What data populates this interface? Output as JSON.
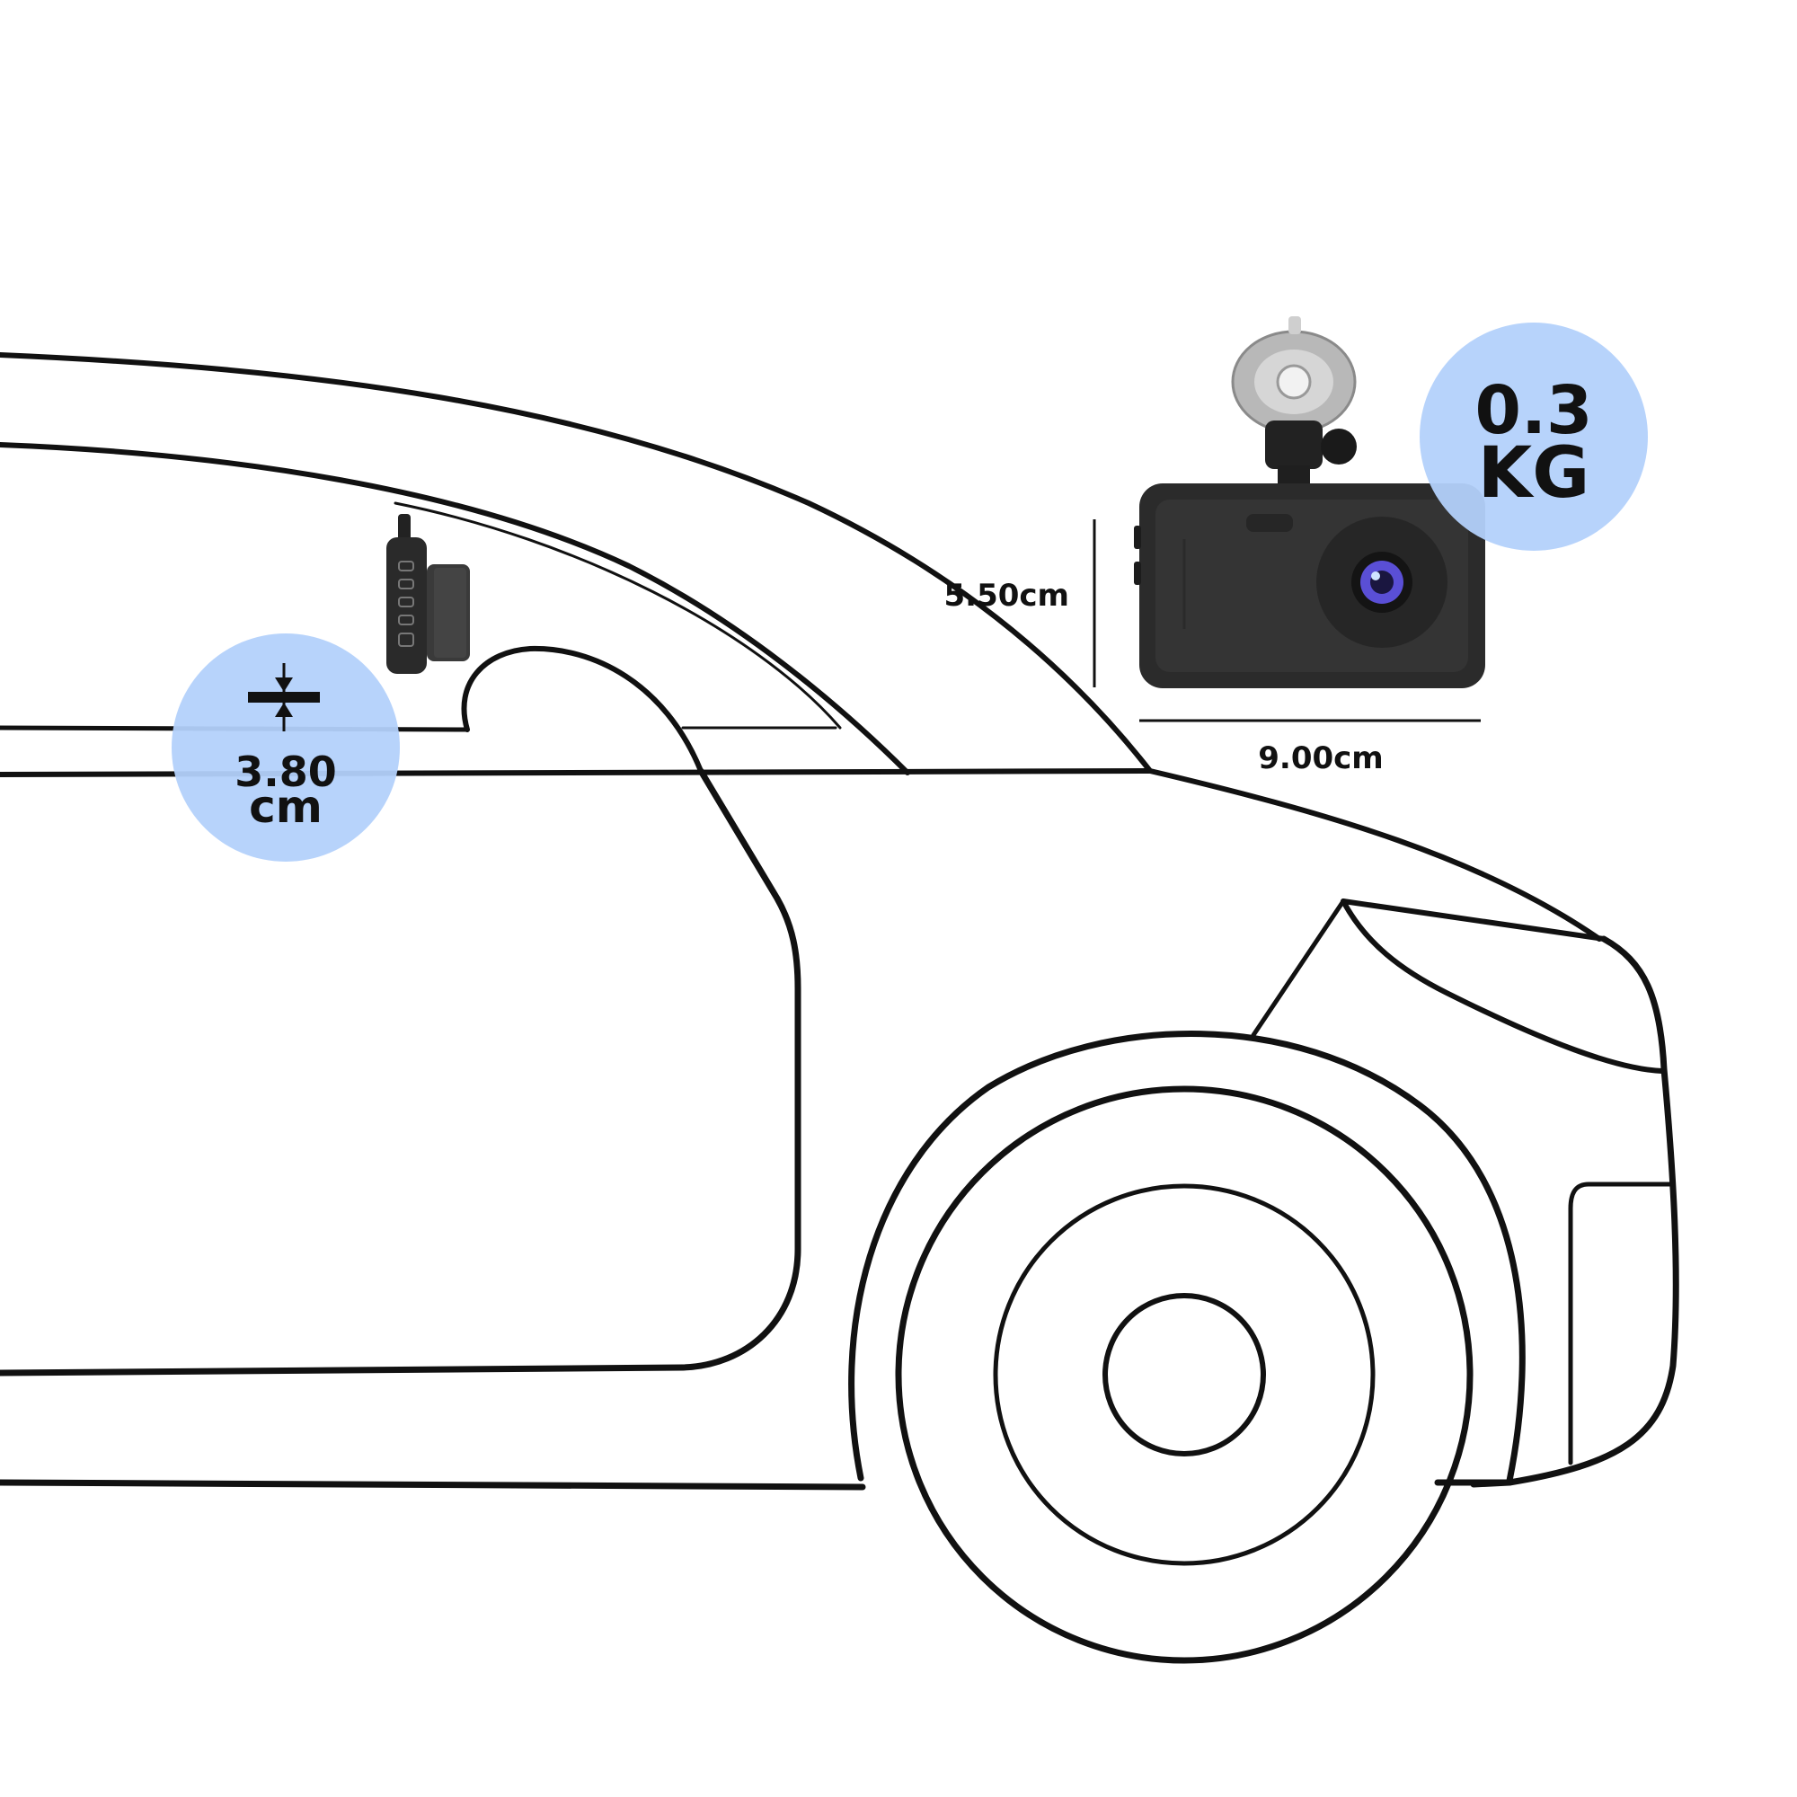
{
  "dimensions": {
    "height_label": "5.50cm",
    "width_label": "9.00cm",
    "depth_value": "3.80",
    "depth_unit": "cm"
  },
  "weight": {
    "value": "0.3",
    "unit": "KG"
  },
  "colors": {
    "badge": "#b3d1fb",
    "outline": "#111111",
    "device_body": "#2b2b2b",
    "device_face": "#343434",
    "lens_accent": "#5a4fd6"
  },
  "icons": {
    "depth": "depth-arrows-icon"
  }
}
